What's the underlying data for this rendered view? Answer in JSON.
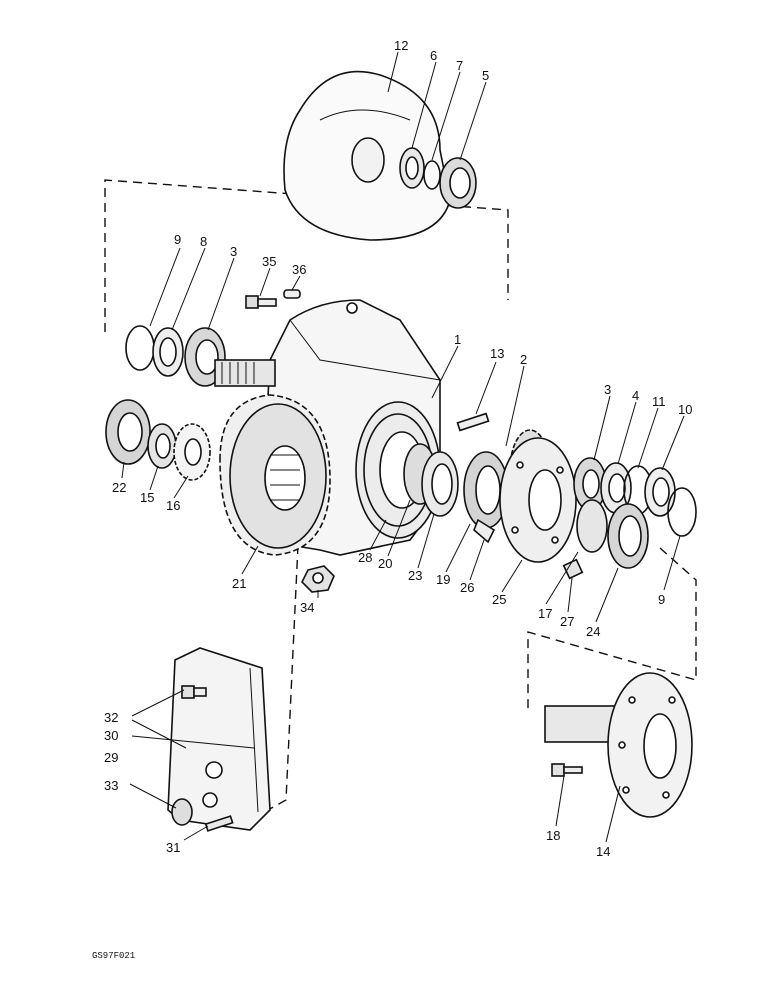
{
  "labels": {
    "l1": "1",
    "l2": "2",
    "l3a": "3",
    "l3b": "3",
    "l4": "4",
    "l5": "5",
    "l6": "6",
    "l7": "7",
    "l8": "8",
    "l9a": "9",
    "l9b": "9",
    "l10": "10",
    "l11": "11",
    "l12": "12",
    "l13": "13",
    "l14": "14",
    "l15": "15",
    "l16": "16",
    "l17": "17",
    "l18": "18",
    "l19": "19",
    "l20": "20",
    "l21": "21",
    "l22": "22",
    "l23": "23",
    "l24": "24",
    "l25": "25",
    "l26": "26",
    "l27": "27",
    "l28": "28",
    "l29": "29",
    "l30": "30",
    "l31": "31",
    "l32": "32",
    "l33": "33",
    "l34": "34",
    "l35": "35",
    "l36": "36"
  },
  "figure_code": "GS97F021"
}
